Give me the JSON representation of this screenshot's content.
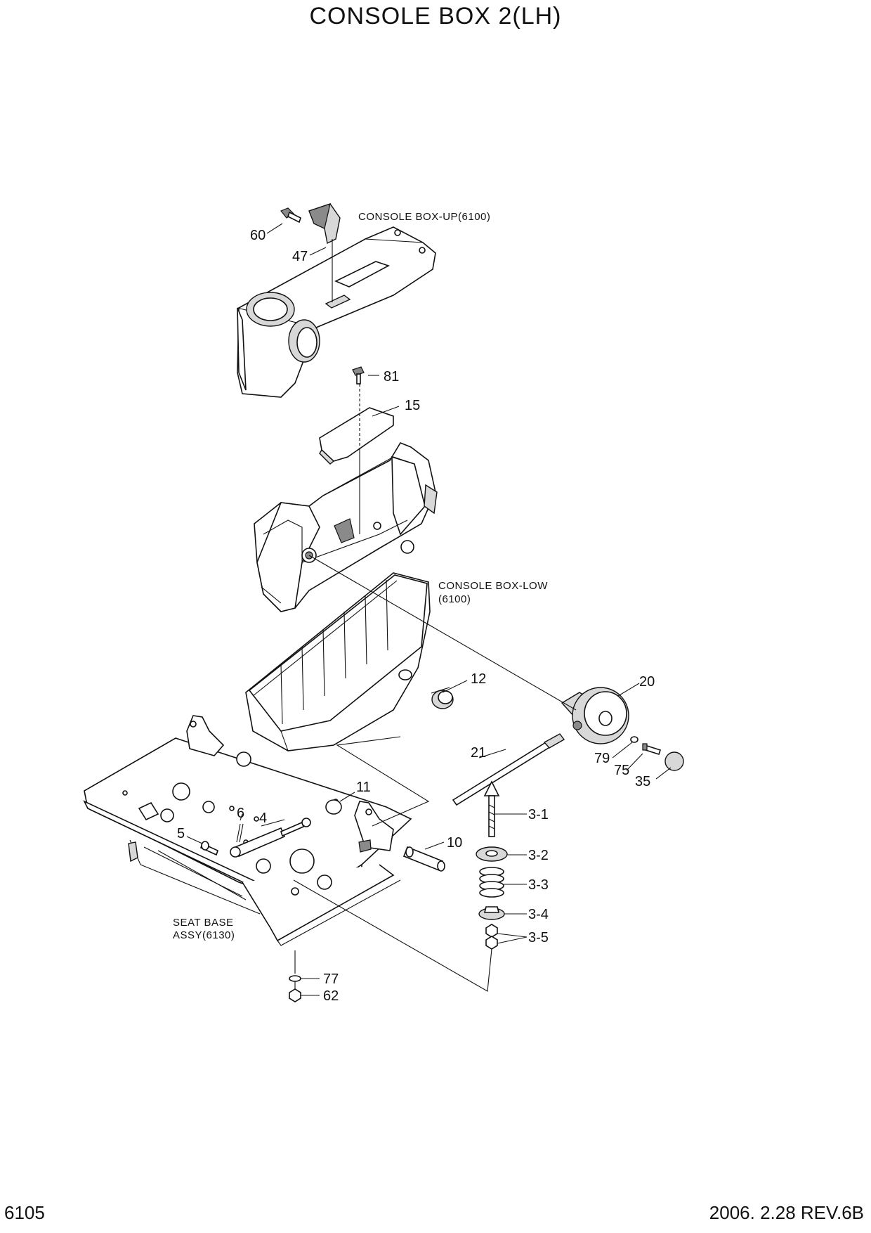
{
  "title": "CONSOLE BOX 2(LH)",
  "footer": {
    "page_number": "6105",
    "revision": "2006. 2.28  REV.6B"
  },
  "assemblies": {
    "console_box_up": "CONSOLE BOX-UP(6100)",
    "console_box_low_line1": "CONSOLE BOX-LOW",
    "console_box_low_line2": "(6100)",
    "seat_base_line1": "SEAT BASE",
    "seat_base_line2": "ASSY(6130)"
  },
  "callouts": [
    "60",
    "47",
    "81",
    "15",
    "12",
    "20",
    "21",
    "79",
    "75",
    "35",
    "11",
    "6",
    "4",
    "5",
    "10",
    "3-1",
    "3-2",
    "3-3",
    "3-4",
    "3-5",
    "77",
    "62"
  ]
}
